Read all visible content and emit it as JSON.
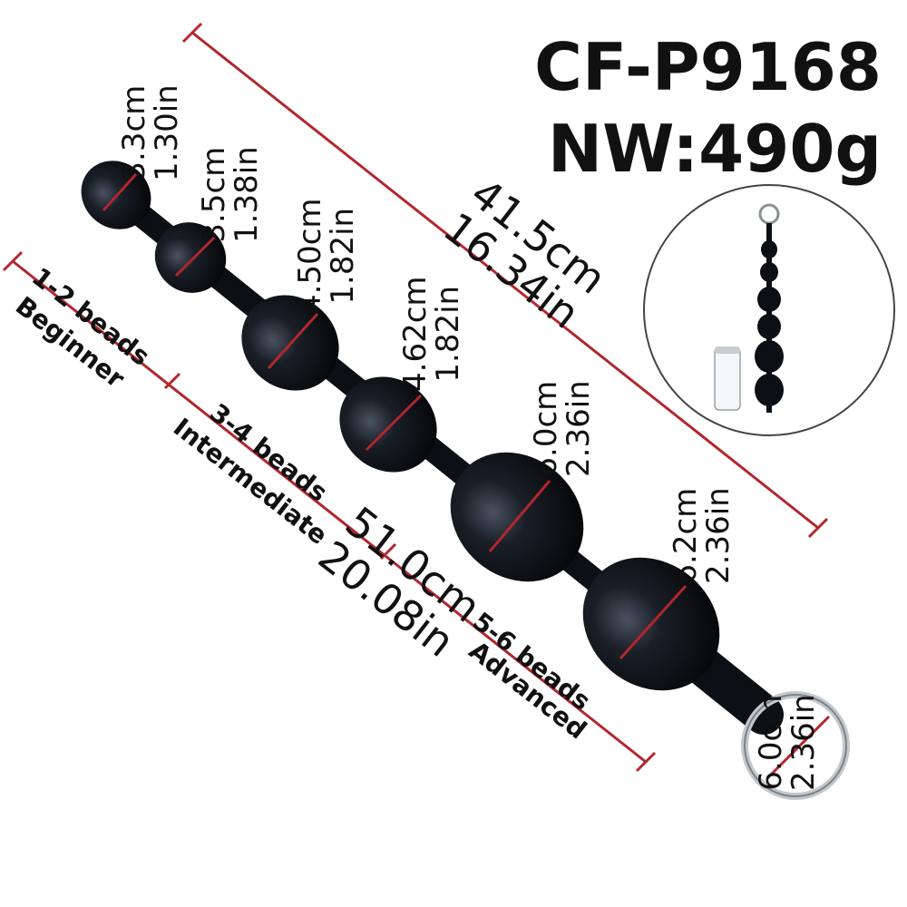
{
  "product": {
    "model": "CF-P9168",
    "net_weight": "NW:490g"
  },
  "colors": {
    "guide_line": "#b3262e",
    "bead": "#0c0f14",
    "ring": "#c4c8cc",
    "text": "#111111"
  },
  "beads": [
    {
      "cm": "3.3cm",
      "in": "1.30in"
    },
    {
      "cm": "3.5cm",
      "in": "1.38in"
    },
    {
      "cm": "4.50cm",
      "in": "1.82in"
    },
    {
      "cm": "4.62cm",
      "in": "1.82in"
    },
    {
      "cm": "6.0cm",
      "in": "2.36in"
    },
    {
      "cm": "6.2cm",
      "in": "2.36in"
    }
  ],
  "ring": {
    "cm": "6.0cm",
    "in": "2.36in"
  },
  "insertable_length": {
    "cm": "41.5cm",
    "in": "16.34in"
  },
  "total_length": {
    "cm": "51.0cm",
    "in": "20.08in"
  },
  "levels": [
    {
      "beads": "1-2 beads",
      "label": "Beginner"
    },
    {
      "beads": "3-4 beads",
      "label": "Intermediate"
    },
    {
      "beads": "5-6 beads",
      "label": "Advanced"
    }
  ]
}
